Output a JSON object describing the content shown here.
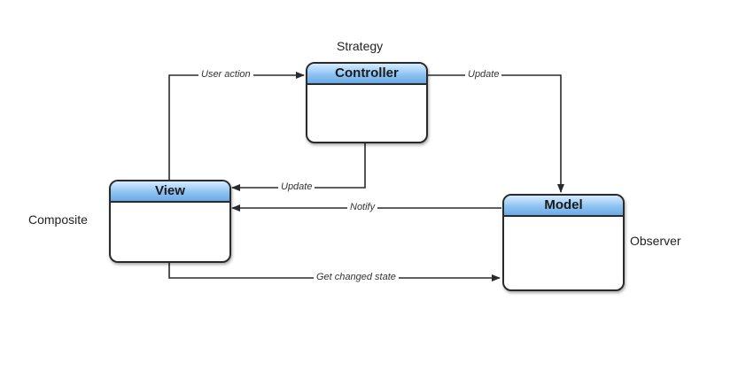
{
  "nodes": {
    "controller": {
      "title": "Controller",
      "pattern": "Strategy"
    },
    "view": {
      "title": "View",
      "pattern": "Composite"
    },
    "model": {
      "title": "Model",
      "pattern": "Observer"
    }
  },
  "edges": {
    "user_action": "User action",
    "controller_to_model_update": "Update",
    "controller_to_view_update": "Update",
    "notify": "Notify",
    "get_changed_state": "Get changed state"
  },
  "colors": {
    "header_top": "#d6ecff",
    "header_bottom": "#6aa9e6",
    "line": "#2a2a2a"
  }
}
